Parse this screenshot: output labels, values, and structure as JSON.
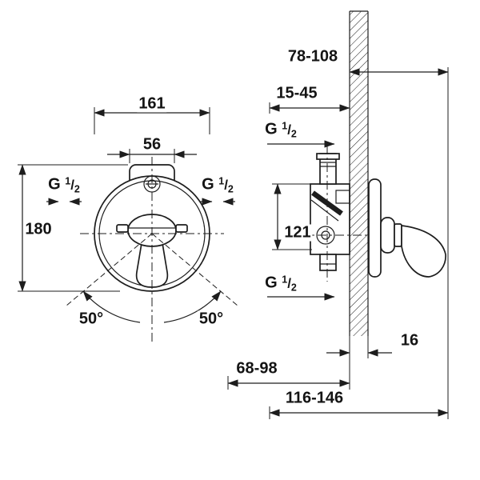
{
  "front_view": {
    "overall_width": "161",
    "escutcheon_width": "56",
    "overall_height": "180",
    "swing_left": "50°",
    "swing_right": "50°"
  },
  "side_view": {
    "projection_range": "78-108",
    "mounting_depth_range": "15-45",
    "port_distance": "121",
    "plate_depth": "16",
    "depth_range_a": "68-98",
    "depth_range_b": "116-146"
  },
  "thread": {
    "base": "G",
    "sup": "1",
    "slash": "/",
    "sub": "2"
  },
  "colors": {
    "line": "#1d1d1d",
    "background": "#ffffff"
  }
}
